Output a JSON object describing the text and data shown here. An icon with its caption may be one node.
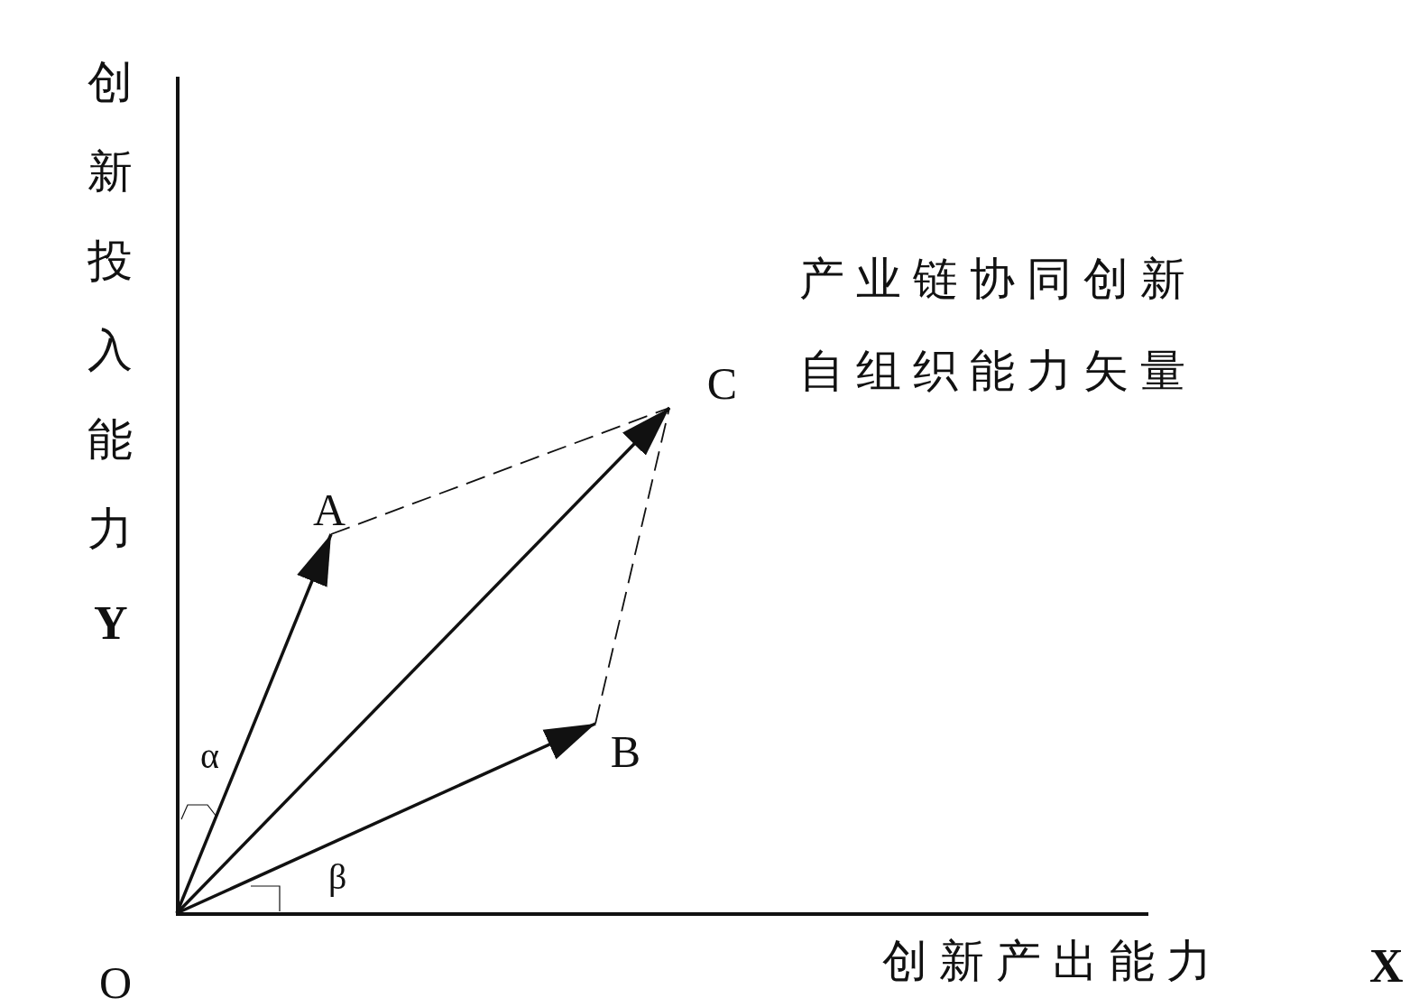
{
  "diagram": {
    "nodes": [
      {
        "text": [
          "O"
        ]
      },
      {
        "text": [
          "A"
        ]
      },
      {
        "text": [
          "B"
        ]
      },
      {
        "text": [
          "C"
        ]
      }
    ],
    "edges": [
      {
        "from": 0,
        "to": 1,
        "arrow": "to"
      },
      {
        "from": 0,
        "to": 2,
        "arrow": "to"
      },
      {
        "from": 0,
        "to": 3,
        "arrow": "to"
      },
      {
        "from": 1,
        "to": 3,
        "arrow": "none",
        "style": "dashed"
      },
      {
        "from": 2,
        "to": 3,
        "arrow": "none",
        "style": "dashed"
      }
    ],
    "labels": [
      "创新投入能力",
      "Y",
      "产业链协同创新自组织能力矢量",
      "α",
      "β",
      "创新产出能力",
      "X"
    ]
  }
}
